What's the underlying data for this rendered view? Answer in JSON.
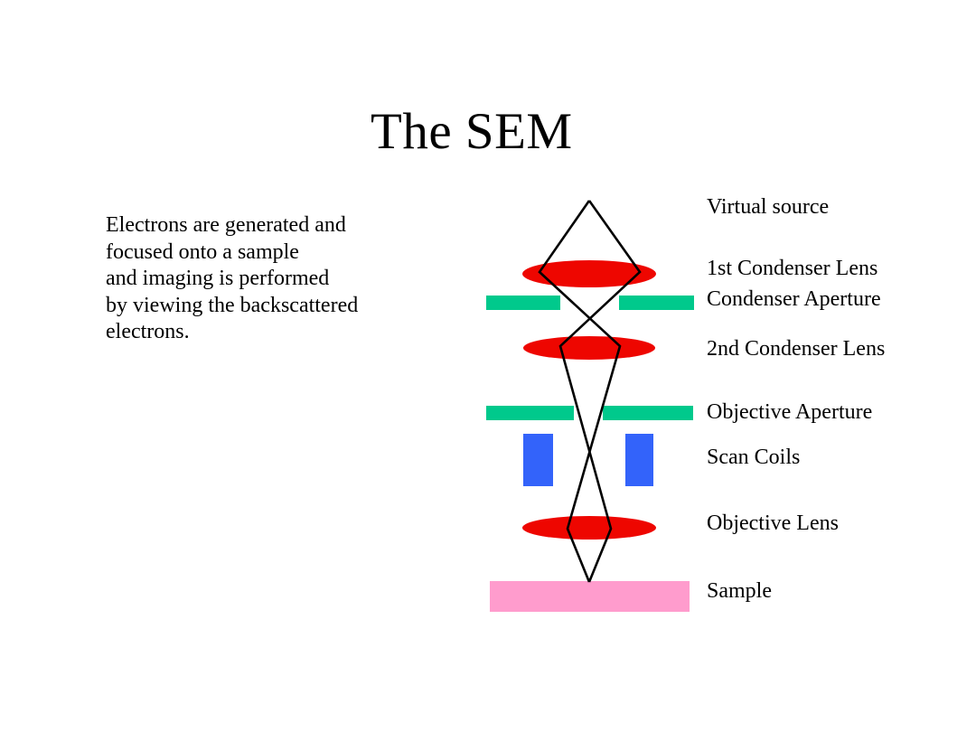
{
  "slide": {
    "title": "The SEM",
    "description": "Electrons are generated and\nfocused onto a sample\nand imaging is performed\nby viewing the backscattered\nelectrons."
  },
  "diagram": {
    "labels": [
      {
        "id": "virtual-source",
        "text": "Virtual source"
      },
      {
        "id": "first-condenser-lens",
        "text": "1st Condenser Lens"
      },
      {
        "id": "condenser-aperture",
        "text": "Condenser Aperture"
      },
      {
        "id": "second-condenser-lens",
        "text": "2nd Condenser Lens"
      },
      {
        "id": "objective-aperture",
        "text": "Objective Aperture"
      },
      {
        "id": "scan-coils",
        "text": "Scan Coils"
      },
      {
        "id": "objective-lens",
        "text": "Objective Lens"
      },
      {
        "id": "sample",
        "text": "Sample"
      }
    ],
    "colors": {
      "lens": "#ee0600",
      "aperture": "#00c98c",
      "scan_coil": "#3363fa",
      "sample": "#ff9ccd",
      "beam": "#000000",
      "background": "#ffffff",
      "text": "#000000"
    }
  }
}
